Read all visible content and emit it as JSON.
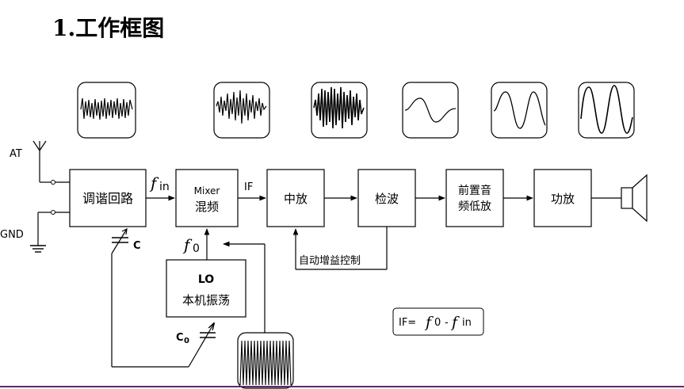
{
  "title": "1.工作框图",
  "antenna_label": "AT",
  "ground_label": "GND",
  "blocks": {
    "tuning": "调谐回路",
    "mixer_top": "Mixer",
    "mixer_bottom": "混频",
    "if_amp": "中放",
    "detector": "检波",
    "preamp_line1": "前置音",
    "preamp_line2": "频低放",
    "power_amp": "功放",
    "lo_top": "LO",
    "lo_bottom": "本机振荡",
    "agc": "自动增益控制"
  },
  "signals": {
    "fin_f": "f",
    "fin_sub": "in",
    "if": "IF",
    "f0_f": "f",
    "f0_sub": "0",
    "c_label": "C",
    "c0_c": "C",
    "c0_sub": "0"
  },
  "formula": {
    "lhs": "IF=",
    "f0_f": "f",
    "f0_sub": "0",
    "minus": "-",
    "fin_f": "f",
    "fin_sub": "in"
  }
}
